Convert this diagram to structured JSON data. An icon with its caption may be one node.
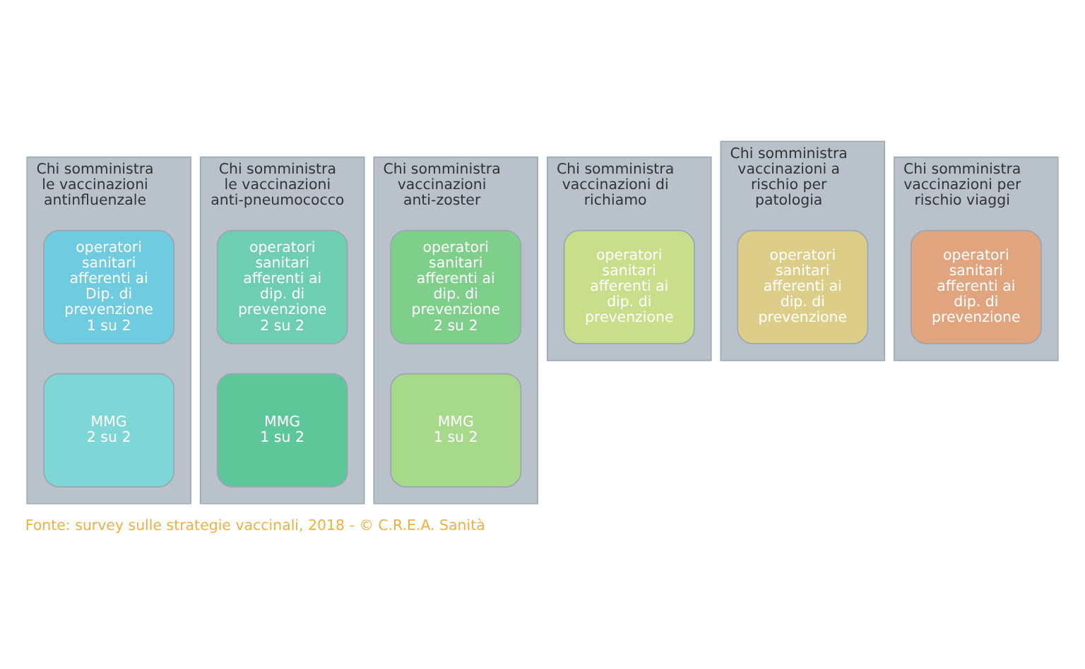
{
  "diagram": {
    "caption": "Fonte: survey sulle strategie vaccinali, 2018 - © C.R.E.A. Sanità",
    "nodes": [
      {
        "text": [
          "Chi somministra le vaccinazioni antinfluenzale"
        ]
      },
      {
        "text": [
          "operatori sanitari afferenti ai Dip. di prevenzione",
          "1 su 2"
        ],
        "in": 0
      },
      {
        "text": [
          "MMG",
          "2 su 2"
        ],
        "in": 0
      },
      {
        "text": [
          "Chi somministra le vaccinazioni anti-pneumococco"
        ]
      },
      {
        "text": [
          "operatori sanitari afferenti ai dip. di prevenzione",
          "2 su 2"
        ],
        "in": 3
      },
      {
        "text": [
          "MMG",
          "1 su 2"
        ],
        "in": 3
      },
      {
        "text": [
          "Chi somministra vaccinazioni anti-zoster"
        ]
      },
      {
        "text": [
          "operatori sanitari afferenti ai dip. di prevenzione",
          "2 su 2"
        ],
        "in": 6
      },
      {
        "text": [
          "MMG",
          "1 su 2"
        ],
        "in": 6
      },
      {
        "text": [
          "Chi somministra vaccinazioni di richiamo"
        ]
      },
      {
        "text": [
          "operatori sanitari afferenti ai dip. di prevenzione"
        ],
        "in": 9
      },
      {
        "text": [
          "Chi somministra vaccinazioni a rischio per patologia"
        ]
      },
      {
        "text": [
          "operatori sanitari afferenti ai dip. di prevenzione"
        ],
        "in": 11
      },
      {
        "text": [
          "Chi somministra vaccinazioni per rischio viaggi"
        ]
      },
      {
        "text": [
          "operatori sanitari afferenti ai dip. di prevenzione"
        ],
        "in": 13
      }
    ]
  }
}
